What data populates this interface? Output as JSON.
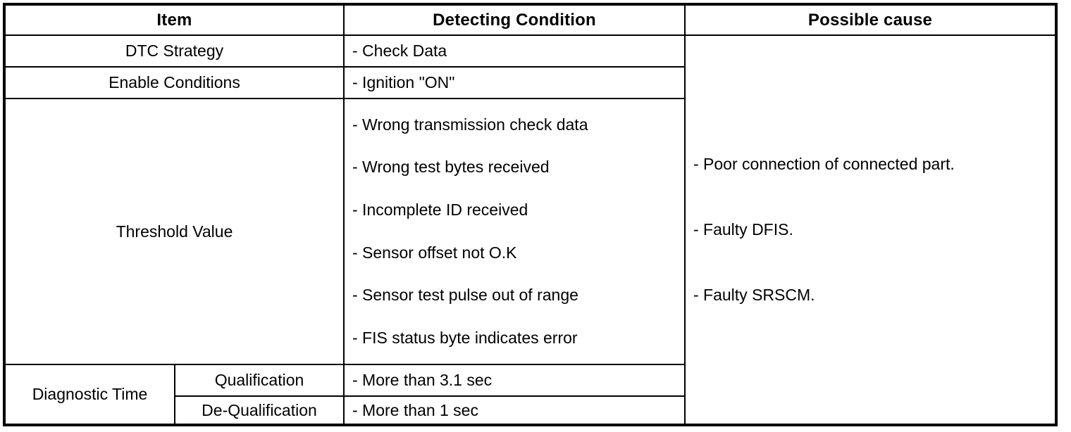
{
  "table": {
    "headers": {
      "item": "Item",
      "detecting_condition": "Detecting Condition",
      "possible_cause": "Possible cause"
    },
    "rows": {
      "dtc_strategy": {
        "item": "DTC Strategy",
        "condition": "-  Check Data"
      },
      "enable_conditions": {
        "item": "Enable Conditions",
        "condition": "-  Ignition \"ON\""
      },
      "threshold_value": {
        "item": "Threshold Value",
        "conditions": [
          "-  Wrong transmission check data",
          "-  Wrong test bytes received",
          "-  Incomplete ID received",
          "-  Sensor offset not O.K",
          "-  Sensor test pulse out of range",
          "-  FIS status byte indicates error"
        ]
      },
      "diagnostic_time": {
        "item": "Diagnostic Time",
        "qualification": {
          "label": "Qualification",
          "condition": "-  More than 3.1 sec"
        },
        "de_qualification": {
          "label": "De-Qualification",
          "condition": "-  More than 1 sec"
        }
      }
    },
    "possible_causes": [
      "-  Poor connection of connected part.",
      "-  Faulty DFIS.",
      "-  Faulty SRSCM."
    ]
  },
  "colors": {
    "border": "#000000",
    "text": "#000000",
    "background": "#ffffff"
  }
}
